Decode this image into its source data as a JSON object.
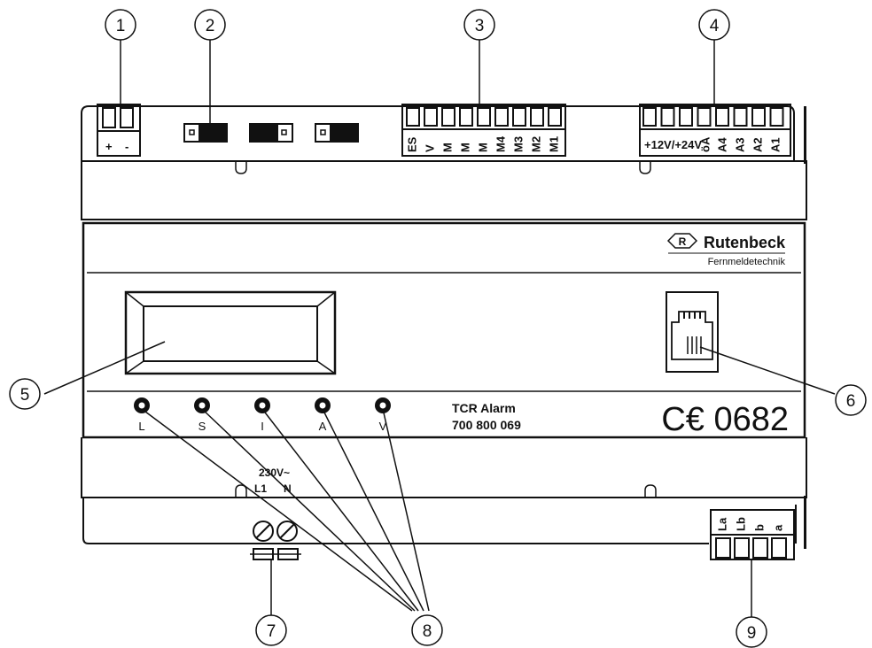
{
  "callouts": [
    "1",
    "2",
    "3",
    "4",
    "5",
    "6",
    "7",
    "8",
    "9"
  ],
  "brand": {
    "logo_mark": "R",
    "name": "Rutenbeck",
    "tagline": "Fernmeldetechnik"
  },
  "product": {
    "name": "TCR Alarm",
    "number": "700 800 069"
  },
  "ce_mark": "C€ 0682",
  "power_terminal": {
    "plus": "+",
    "minus": "-"
  },
  "input_terminals": [
    "ES",
    "V",
    "M",
    "M",
    "M",
    "M4",
    "M3",
    "M2",
    "M1"
  ],
  "output_terminals": [
    "+12V/+24V",
    "öA",
    "A4",
    "A3",
    "A2",
    "A1"
  ],
  "led_labels": [
    "L",
    "S",
    "I",
    "A",
    "V"
  ],
  "mains": {
    "voltage": "230V~",
    "l1": "L1",
    "n": "N"
  },
  "line_terminals": [
    "La",
    "Lb",
    "b",
    "a"
  ],
  "colors": {
    "line": "#111111",
    "fill": "#ffffff",
    "dark": "#111111"
  }
}
